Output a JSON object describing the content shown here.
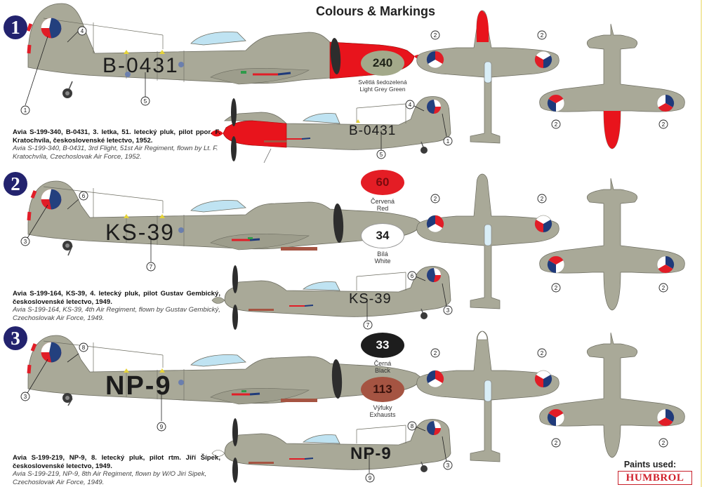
{
  "title": "Colours & Markings",
  "schemes": [
    {
      "number": "1",
      "code": "B-0431",
      "caption_cz": "Avia S-199-340, B-0431, 3. letka, 51. letecký pluk, pilot ppor. F. Kratochvíla, československé letectvo, 1952.",
      "caption_en": "Avia S-199-340, B-0431, 3rd Flight, 51st Air Regiment, flown by Lt. F. Kratochvíla, Czechoslovak Air Force, 1952.",
      "nose_color": "#e8141c",
      "callouts_left": [
        "1",
        "4",
        "5"
      ],
      "callouts_right": [
        "4",
        "1",
        "5"
      ],
      "callouts_plan": [
        "2",
        "2",
        "2",
        "2"
      ]
    },
    {
      "number": "2",
      "code": "KS-39",
      "caption_cz": "Avia S-199-164, KS-39, 4. letecký pluk, pilot Gustav Gembický, československé letectvo, 1949.",
      "caption_en": "Avia S-199-164, KS-39, 4th Air Regiment, flown by Gustav Gembický, Czechoslovak Air Force, 1949.",
      "nose_color": "#a9a998",
      "callouts_left": [
        "3",
        "6",
        "7"
      ],
      "callouts_right": [
        "6",
        "3",
        "7"
      ],
      "callouts_plan": [
        "2",
        "2",
        "2",
        "2"
      ]
    },
    {
      "number": "3",
      "code": "NP-9",
      "caption_cz": "Avia S-199-219, NP-9, 8. letecký pluk, pilot rtm. Jiří Šípek, československé letectvo, 1949.",
      "caption_en": "Avia S-199-219, NP-9, 8th Air Regiment, flown by W/O Jiri Sipek, Czechoslovak Air Force, 1949.",
      "nose_color": "#a9a998",
      "callouts_left": [
        "3",
        "8",
        "9"
      ],
      "callouts_right": [
        "8",
        "3",
        "9"
      ],
      "callouts_plan": [
        "2",
        "2",
        "2",
        "2"
      ]
    }
  ],
  "paints": [
    {
      "code": "240",
      "name_cz": "Světlá šedozelená",
      "name_en": "Light Grey Green",
      "color": "#a3a98a",
      "text_color": "#1f2418"
    },
    {
      "code": "60",
      "name_cz": "Červená",
      "name_en": "Red",
      "color": "#e41d25",
      "text_color": "#7a0a0e"
    },
    {
      "code": "34",
      "name_cz": "Bílá",
      "name_en": "White",
      "color": "#ffffff",
      "text_color": "#1a1a1a"
    },
    {
      "code": "33",
      "name_cz": "Černá",
      "name_en": "Black",
      "color": "#1d1d1d",
      "text_color": "#ffffff"
    },
    {
      "code": "113",
      "name_cz": "Výfuky",
      "name_en": "Exhausts",
      "color": "#a55442",
      "text_color": "#3a120c"
    }
  ],
  "footer": {
    "paints_used_label": "Paints used:",
    "brand": "HUMBROL"
  },
  "colors": {
    "airframe": "#a9a998",
    "panel_line": "#6c6c60",
    "canopy": "#bfe3f2",
    "roundel_blue": "#1f3a7a",
    "roundel_red": "#e11d27",
    "badge": "#23236e"
  }
}
